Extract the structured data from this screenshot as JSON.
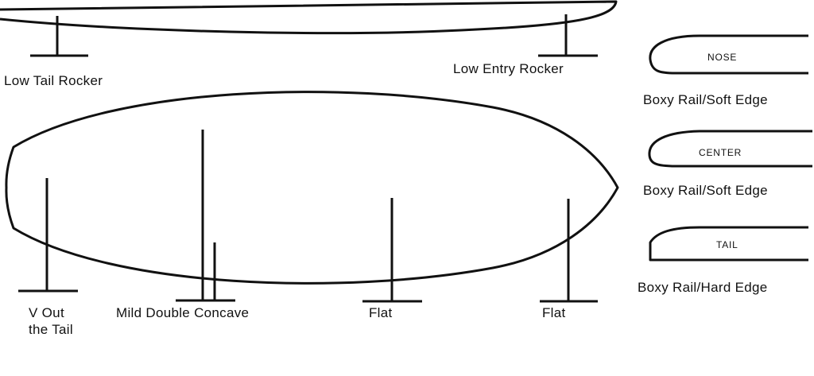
{
  "rocker": {
    "tail_label": "Low Tail Rocker",
    "entry_label": "Low Entry Rocker"
  },
  "bottom": {
    "tail_label_line1": "V Out",
    "tail_label_line2": "the Tail",
    "concave_label": "Mild Double Concave",
    "flat_label_1": "Flat",
    "flat_label_2": "Flat"
  },
  "rails": [
    {
      "section": "NOSE",
      "description": "Boxy Rail/Soft Edge"
    },
    {
      "section": "CENTER",
      "description": "Boxy Rail/Soft Edge"
    },
    {
      "section": "TAIL",
      "description": "Boxy Rail/Hard Edge"
    }
  ],
  "colors": {
    "line": "#111111",
    "background": "#ffffff"
  }
}
